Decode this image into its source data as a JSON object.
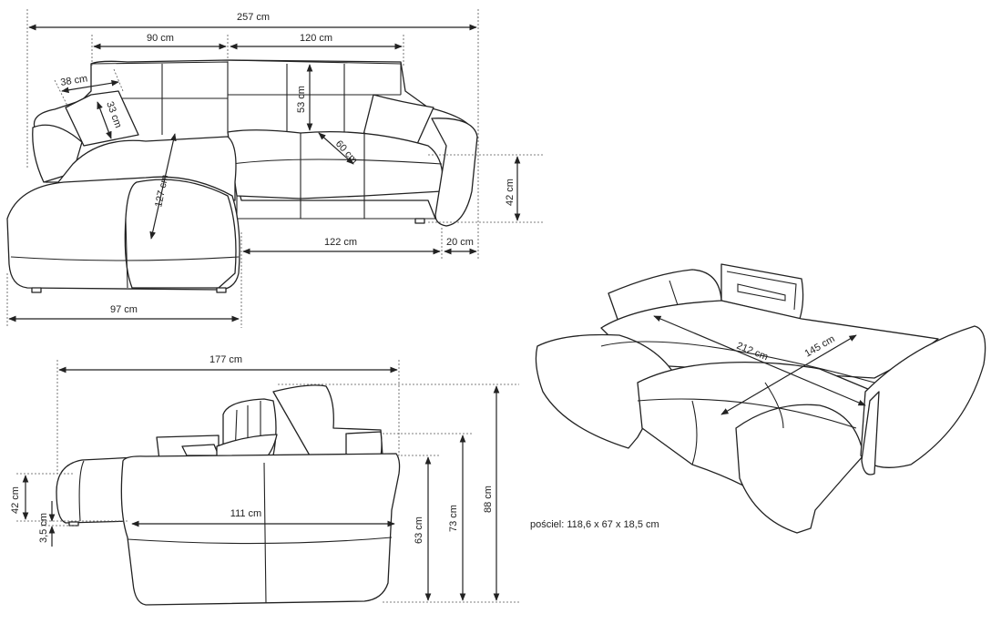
{
  "dimensions": {
    "total_width": "257 cm",
    "left_width": "90 cm",
    "right_width": "120 cm",
    "pillow_width": "38 cm",
    "pillow_height": "33 cm",
    "back_height": "53 cm",
    "seat_depth": "60 cm",
    "chaise_length": "127 cm",
    "seat_height_front": "42 cm",
    "seat_width": "122 cm",
    "armrest_width": "20 cm",
    "chaise_width": "97 cm",
    "side_depth": "177 cm",
    "chaise_inner": "111 cm",
    "arm_height": "63 cm",
    "back_mid_height": "73 cm",
    "total_height": "88 cm",
    "seat_height_side": "42 cm",
    "leg_height": "3,5 cm",
    "bed_length": "212 cm",
    "bed_width": "145 cm"
  },
  "bedding_note": "pościel: 118,6 x 67 x 18,5 cm"
}
